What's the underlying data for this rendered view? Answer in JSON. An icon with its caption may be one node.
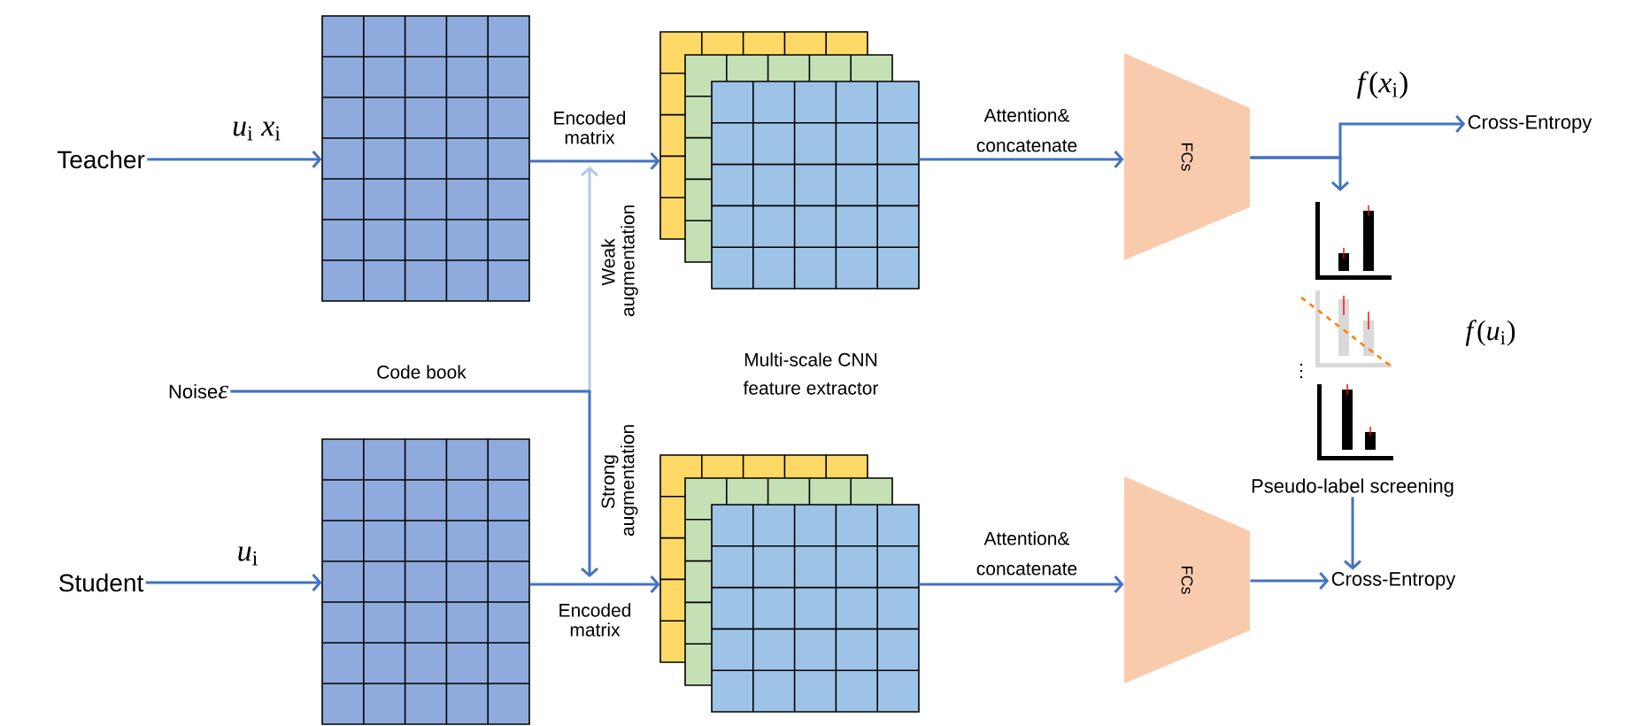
{
  "diagram": {
    "nodes": [
      {
        "text": [
          "Teacher"
        ]
      },
      {
        "text": [],
        "shape": "box"
      },
      {
        "text": [],
        "shape": "box"
      },
      {
        "text": [
          "FCs"
        ]
      },
      {
        "text": [
          "Cross-Entropy"
        ]
      },
      {
        "text": [
          "Pseudo-label screening"
        ]
      },
      {
        "text": [
          "Noise",
          "ε"
        ]
      },
      {
        "text": [
          "Student"
        ]
      },
      {
        "text": [],
        "shape": "box"
      },
      {
        "text": [],
        "shape": "box"
      },
      {
        "text": [
          "FCs"
        ]
      },
      {
        "text": [
          "Cross-Entropy"
        ]
      }
    ],
    "edges": [
      {
        "from": 0,
        "to": 1,
        "arrow": "to",
        "label": "*u*$_{i}$  *x*$_{i}$"
      },
      {
        "from": 1,
        "to": 2,
        "arrow": "to",
        "label": "Encoded matrix"
      },
      {
        "from": 2,
        "to": 3,
        "arrow": "to",
        "label": "Attention& concatenate"
      },
      {
        "from": 3,
        "to": 4,
        "arrow": "to",
        "label": "*f*(*x*$_{i}$)"
      },
      {
        "from": 3,
        "to": 5,
        "arrow": "to"
      },
      {
        "from": 6,
        "to": null,
        "arrow": "to",
        "label": "Weak augmentation",
        "color": "#b4c7e7"
      },
      {
        "from": 6,
        "to": null,
        "arrow": "to",
        "label": "Strong augmentation"
      },
      {
        "from": 7,
        "to": 8,
        "arrow": "to",
        "label": "*u*$_{i}$"
      },
      {
        "from": 8,
        "to": 9,
        "arrow": "to",
        "label": "Encoded matrix"
      },
      {
        "from": 9,
        "to": 10,
        "arrow": "to",
        "label": "Attention& concatenate"
      },
      {
        "from": 10,
        "to": 11,
        "arrow": "to"
      },
      {
        "from": 5,
        "to": 11,
        "arrow": "to"
      }
    ],
    "labels": [
      "Code book",
      "Multi-scale CNN feature extractor",
      "*f*(*u*$_{i}$)"
    ]
  }
}
